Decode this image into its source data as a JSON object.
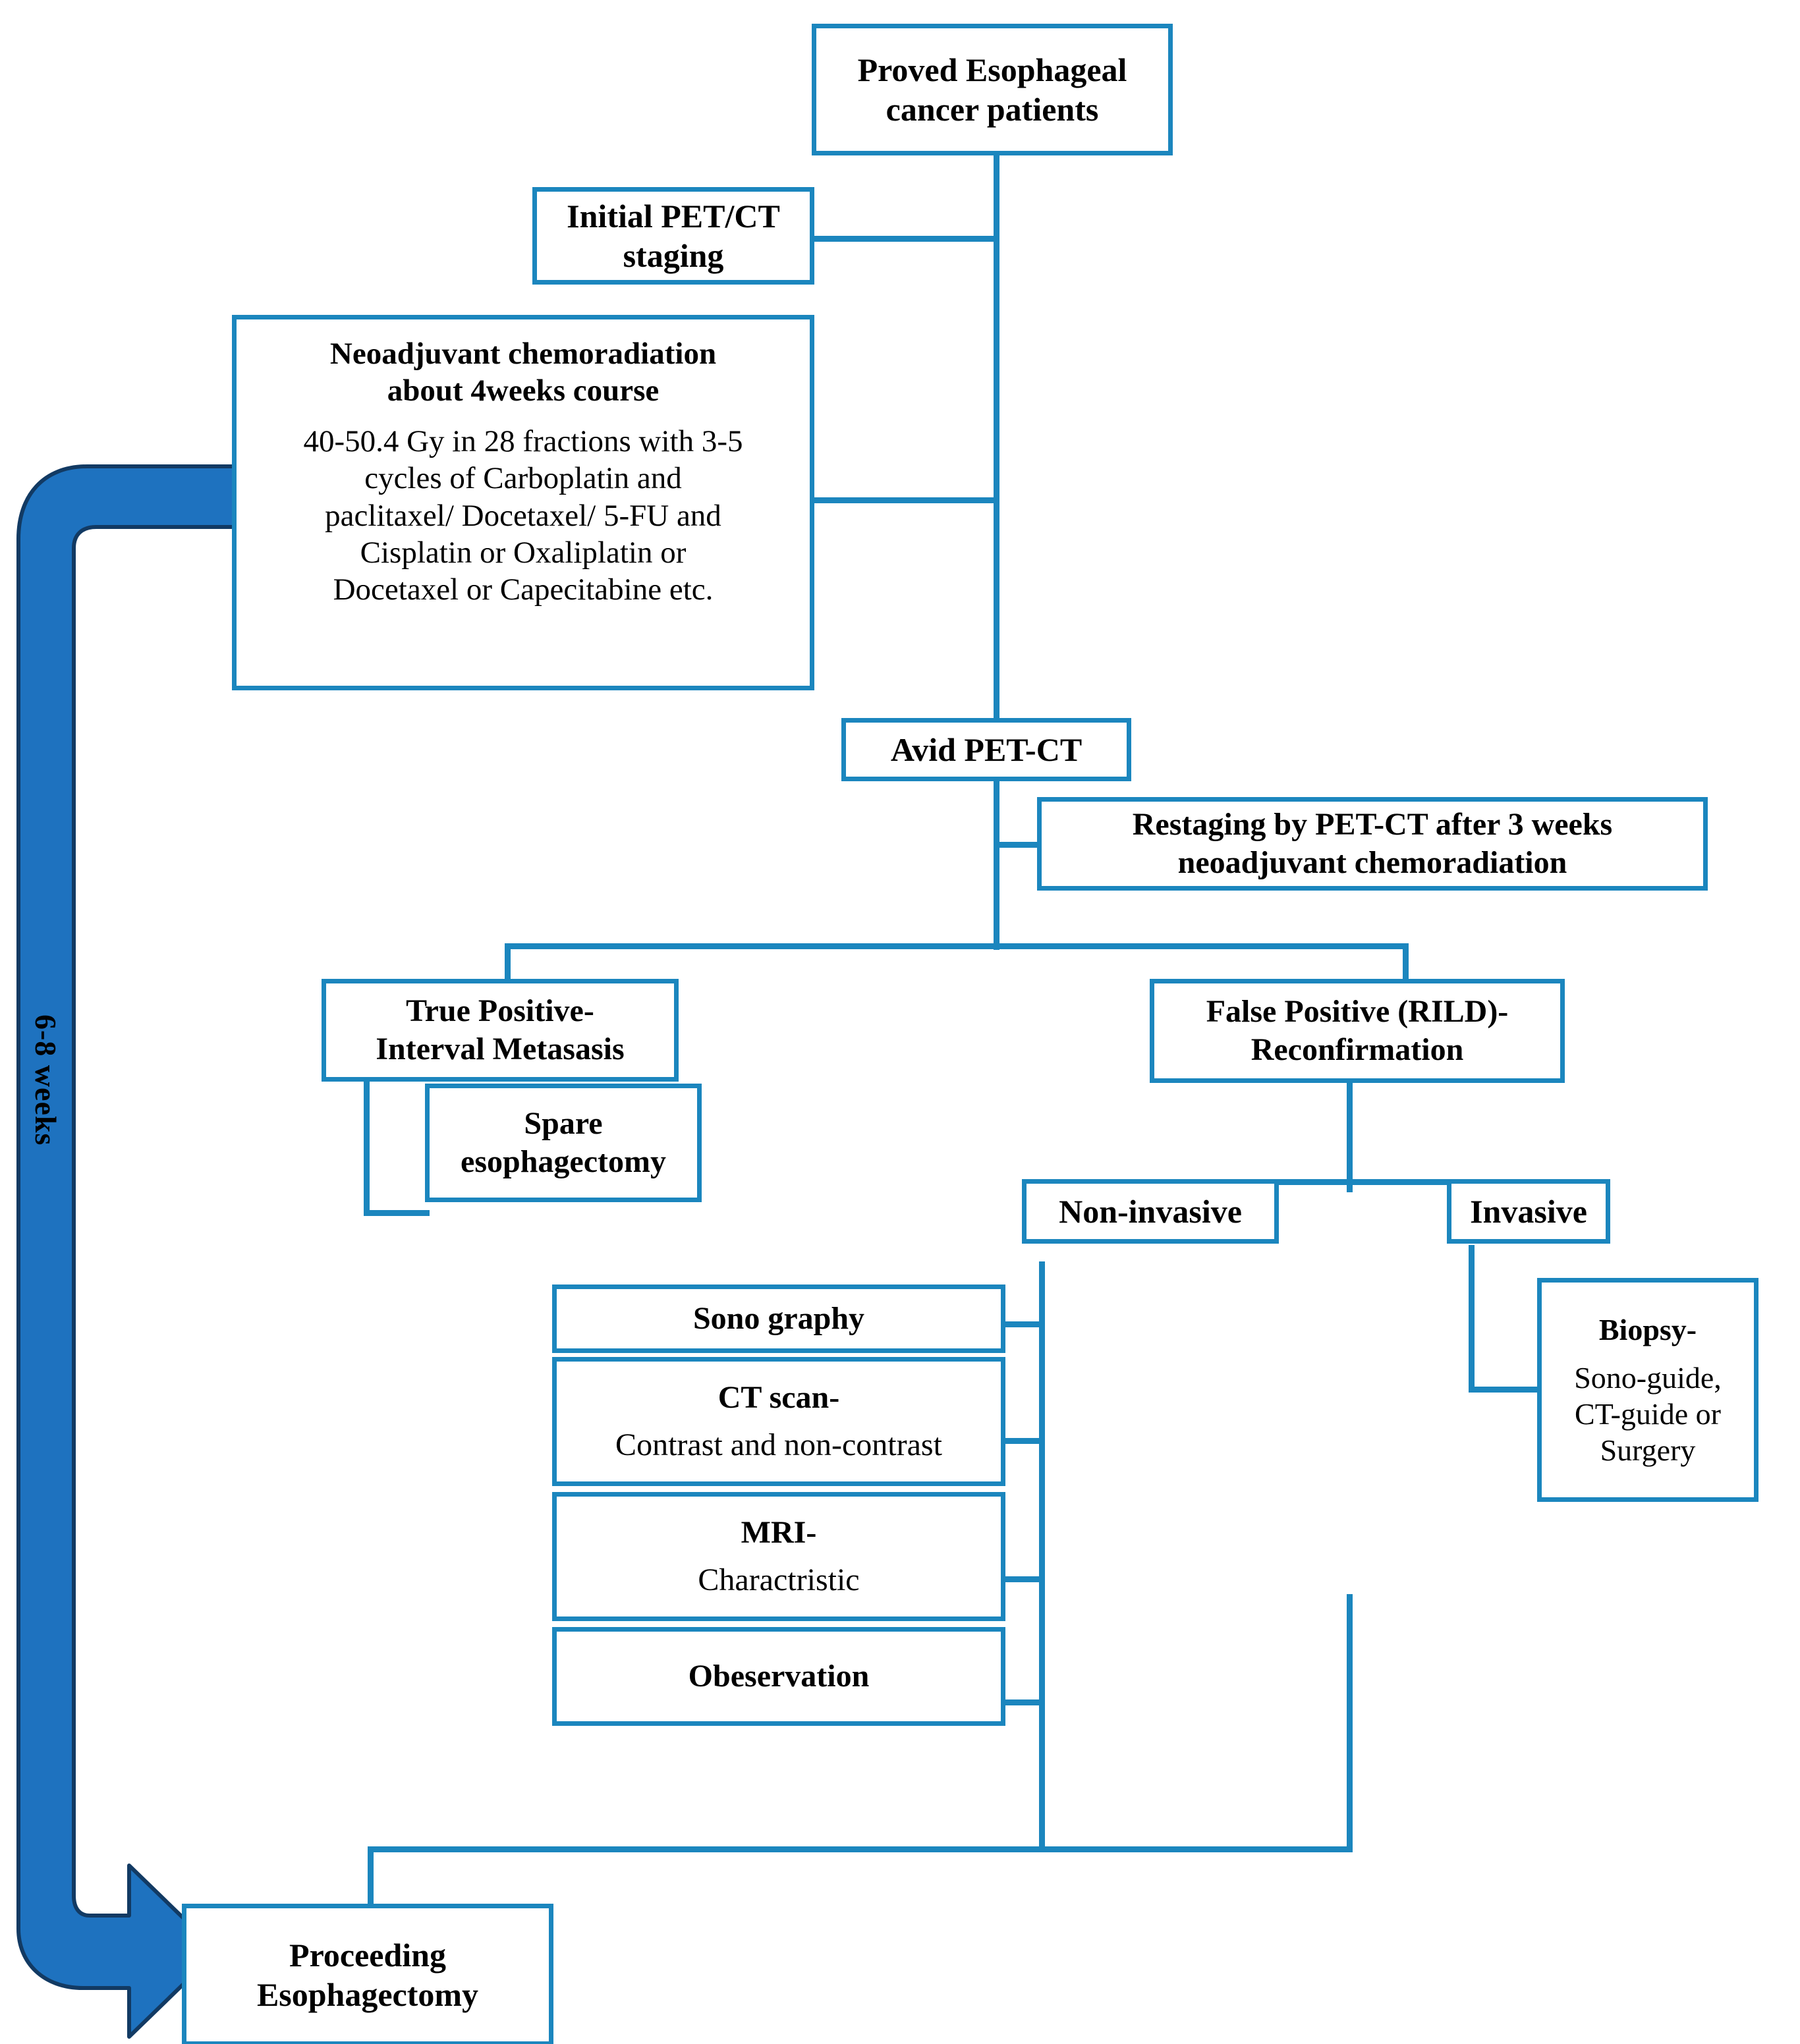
{
  "diagram": {
    "title": "Esophageal cancer neoadjuvant chemoradiation and PET-CT restaging workflow",
    "accent_color": "#1B86BE",
    "arrow_fill": "#1E72BF",
    "arrow_stroke": "#123A63",
    "timeline_label": "6-8 weeks",
    "nodes": {
      "proved": {
        "line1": "Proved Esophageal",
        "line2": "cancer patients"
      },
      "initial_staging": {
        "line1": "Initial PET/CT",
        "line2": "staging"
      },
      "neoadjuvant": {
        "heading1": "Neoadjuvant chemoradiation",
        "heading2": "about 4weeks course",
        "body1": "40-50.4 Gy in 28 fractions with 3-5",
        "body2": "cycles of Carboplatin and",
        "body3": "paclitaxel/ Docetaxel/ 5-FU and",
        "body4": "Cisplatin or Oxaliplatin or",
        "body5": "Docetaxel or Capecitabine etc."
      },
      "avid_pet_ct": {
        "line1": "Avid PET-CT"
      },
      "restaging": {
        "line1": "Restaging by PET-CT after 3 weeks",
        "line2": "neoadjuvant chemoradiation"
      },
      "true_positive": {
        "line1": "True Positive-",
        "line2": "Interval Metasasis"
      },
      "spare_esophagectomy": {
        "line1": "Spare",
        "line2": "esophagectomy"
      },
      "false_positive": {
        "line1": "False Positive (RILD)-",
        "line2": "Reconfirmation"
      },
      "non_invasive": {
        "line1": "Non-invasive"
      },
      "invasive": {
        "line1": "Invasive"
      },
      "sonography": {
        "line1": "Sono graphy"
      },
      "ct_scan": {
        "line1": "CT scan-",
        "line2": "Contrast and non-contrast"
      },
      "mri": {
        "line1": "MRI-",
        "line2": "Charactristic"
      },
      "observation": {
        "line1": "Obeservation"
      },
      "biopsy": {
        "line1": "Biopsy-",
        "line2": "Sono-guide,",
        "line3": "CT-guide or",
        "line4": "Surgery"
      },
      "proceeding": {
        "line1": "Proceeding",
        "line2": "Esophagectomy"
      }
    }
  }
}
